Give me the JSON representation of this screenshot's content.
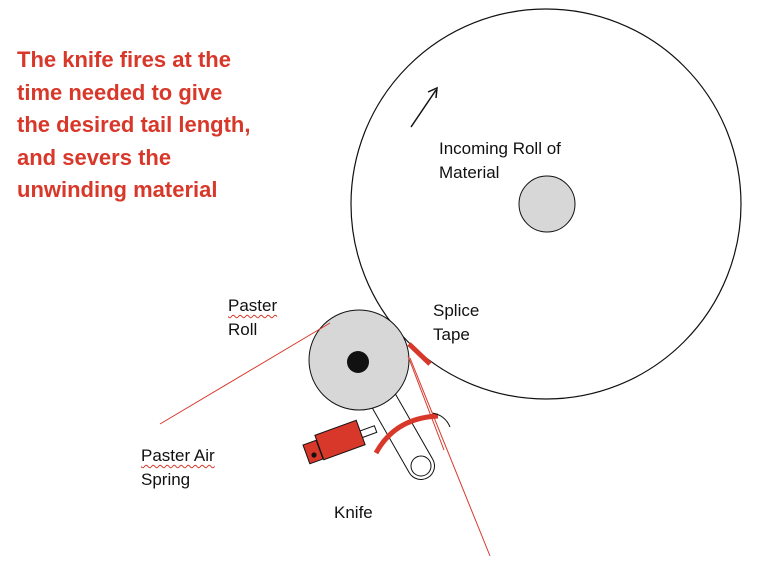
{
  "headline": {
    "lines": [
      "The knife fires at the",
      "time needed to give",
      "the desired tail length,",
      "and severs the",
      "unwinding material"
    ]
  },
  "labels": {
    "incoming_roll": [
      "Incoming Roll of",
      "Material"
    ],
    "splice_tape": [
      "Splice",
      "Tape"
    ],
    "paster_roll": [
      "Paster",
      "Roll"
    ],
    "paster_air_spring": [
      "Paster Air",
      "Spring"
    ],
    "knife": "Knife"
  },
  "colors": {
    "accent_red": "#d8382a",
    "roll_gray": "#d7d7d7",
    "outline": "#111111"
  }
}
